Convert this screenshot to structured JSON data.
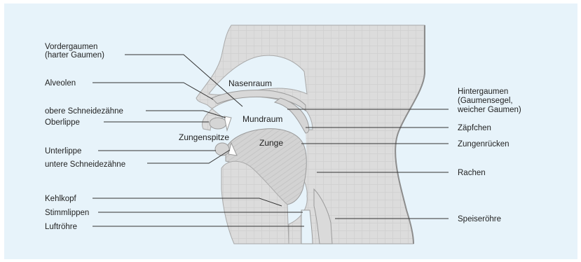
{
  "labels_left": {
    "vordergaumen_1": "Vordergaumen",
    "vordergaumen_2": "(harter Gaumen)",
    "alveolen": "Alveolen",
    "obere_schneidezaehne": "obere Schneidezähne",
    "oberlippe": "Oberlippe",
    "unterlippe": "Unterlippe",
    "untere_schneidezaehne": "untere Schneidezähne",
    "kehlkopf": "Kehlkopf",
    "stimmlippen": "Stimmlippen",
    "luftroehre": "Luftröhre"
  },
  "labels_right": {
    "hintergaumen_1": "Hintergaumen",
    "hintergaumen_2": "(Gaumensegel,",
    "hintergaumen_3": "weicher Gaumen)",
    "zaepfchen": "Zäpfchen",
    "zungenruecken": "Zungenrücken",
    "rachen": "Rachen",
    "speiseroehre": "Speiseröhre"
  },
  "labels_inside": {
    "nasenraum": "Nasenraum",
    "mundraum": "Mundraum",
    "zungenspitze": "Zungenspitze",
    "zunge": "Zunge"
  },
  "colors": {
    "background": "#e7f3fa",
    "tissue": "#dcdcdc",
    "tissue_stroke": "#a9a9a9",
    "edge": "#8c8c8c",
    "tongue": "#d0d0d0",
    "teeth": "#ffffff"
  }
}
